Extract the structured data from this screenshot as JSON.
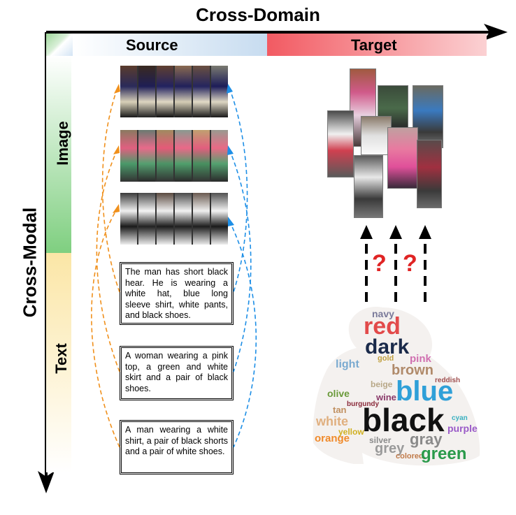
{
  "axes": {
    "cross_domain": "Cross-Domain",
    "cross_modal": "Cross-Modal"
  },
  "columns": {
    "source": "Source",
    "target": "Target"
  },
  "rows": {
    "image": "Image",
    "text": "Text"
  },
  "captions": [
    "The man has short black hear. He is wearing a white hat, blue long sleeve shirt, white pants, and black shoes.",
    "A woman wearing a pink top, a green and white skirt and a pair of black shoes.",
    "A man wearing a white shirt, a pair of black shorts and a pair of white shoes."
  ],
  "unknown_marks": [
    "?",
    "?"
  ],
  "word_cloud": {
    "major": [
      "red",
      "dark",
      "blue",
      "black",
      "brown",
      "green",
      "gray",
      "grey",
      "white",
      "pink",
      "navy",
      "light"
    ],
    "minor": [
      "gold",
      "olive",
      "tan",
      "wine",
      "purple",
      "orange",
      "silver",
      "yellow",
      "beige",
      "reddish",
      "cyan",
      "burgundy",
      "colored"
    ]
  },
  "colors": {
    "source_band": "#c7dcf0",
    "target_band": "#f25a62",
    "image_band": "#7fcf80",
    "text_band": "#fbe6a6",
    "text_to_image_arrow": "#f0901c",
    "image_to_text_arrow": "#1e8fe6",
    "question_mark": "#e02424"
  }
}
